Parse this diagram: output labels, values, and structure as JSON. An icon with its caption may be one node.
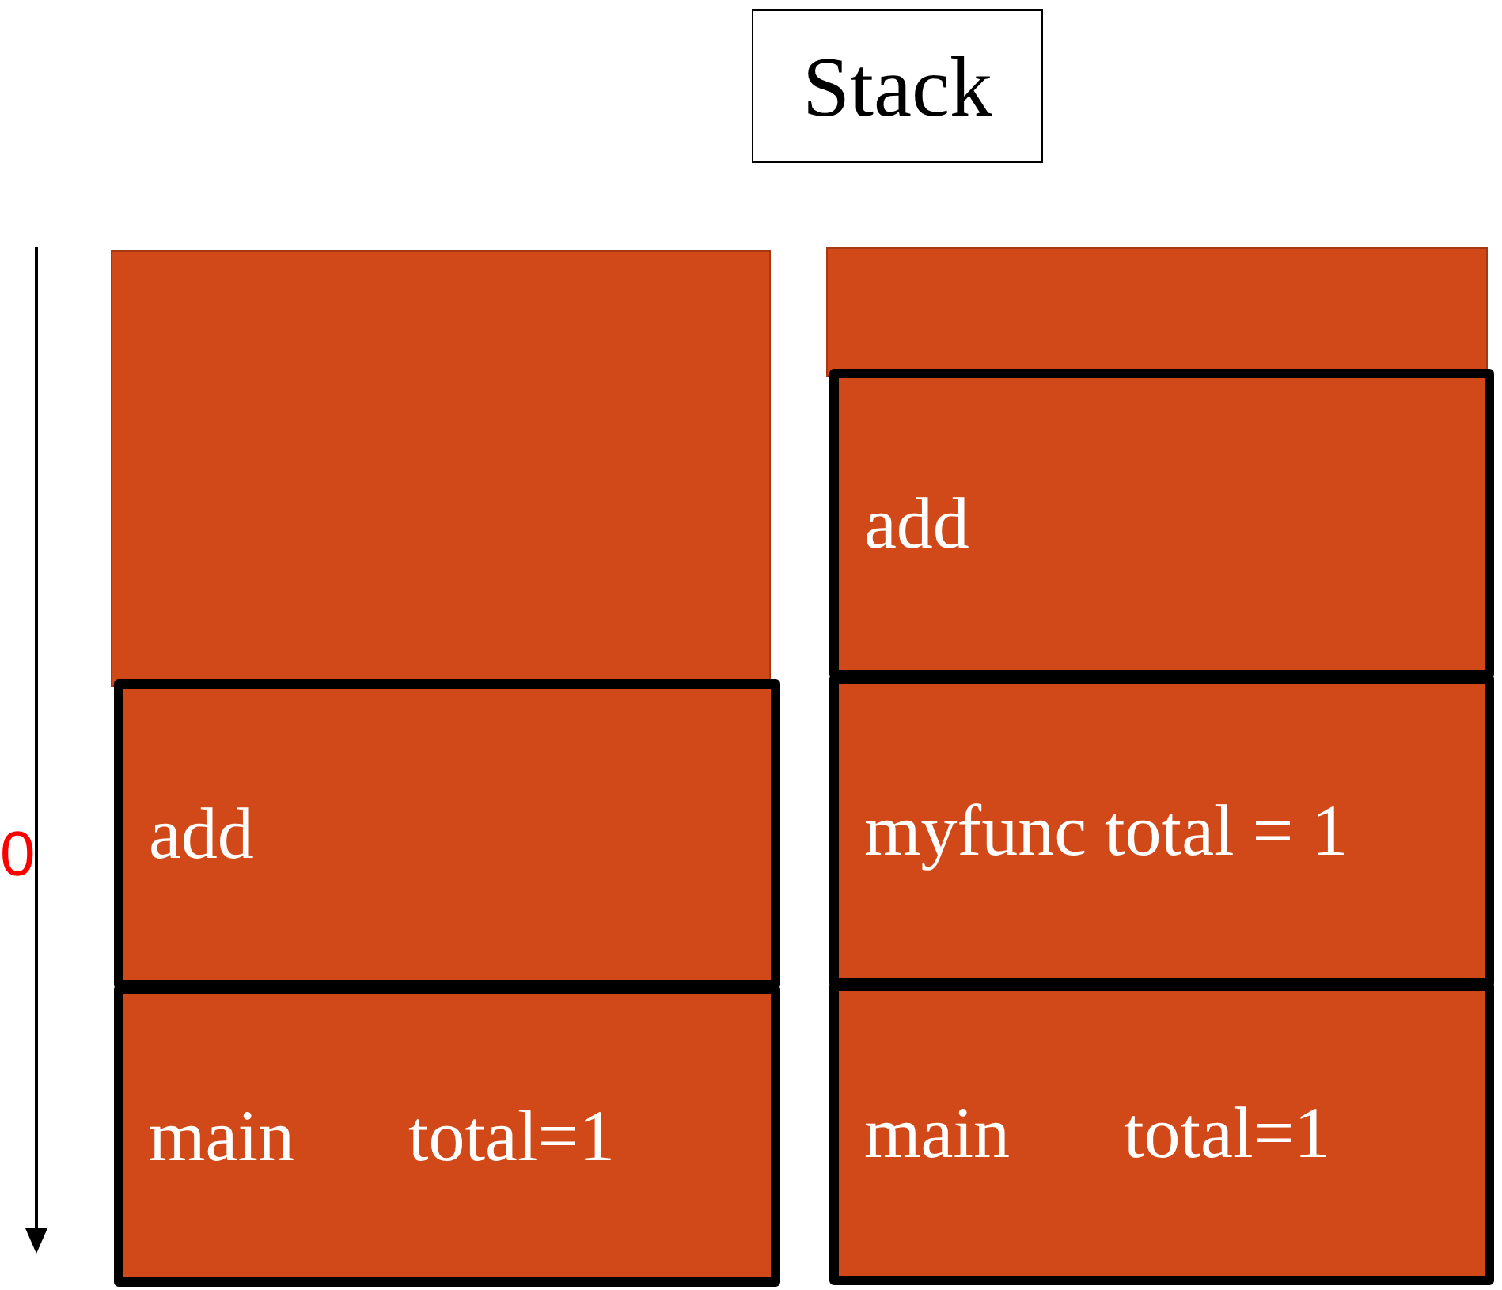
{
  "diagram": {
    "nodes": [
      {
        "text": [
          "Stack"
        ]
      },
      {
        "text": [],
        "shape": "box"
      },
      {
        "text": [
          "add"
        ]
      },
      {
        "text": [
          "main",
          "total=1"
        ]
      },
      {
        "text": [],
        "shape": "box"
      },
      {
        "text": [
          "add"
        ]
      },
      {
        "text": [
          "myfunc total = 1"
        ]
      },
      {
        "text": [
          "main",
          "total=1"
        ]
      }
    ],
    "edges": [],
    "labels": [
      "0"
    ]
  }
}
